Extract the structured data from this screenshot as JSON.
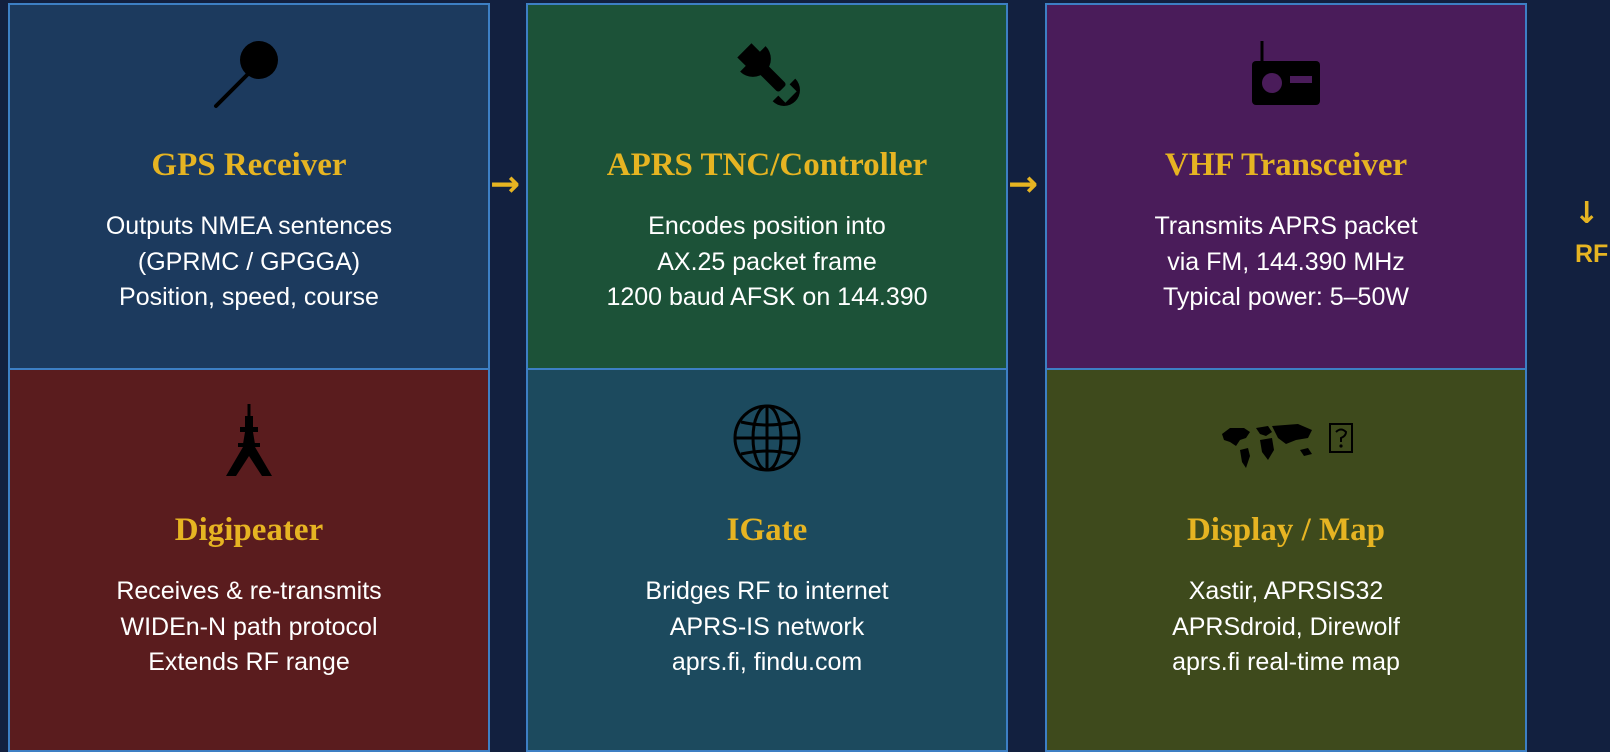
{
  "cards": [
    {
      "id": "gps",
      "title": "GPS Receiver",
      "icon": "pushpin-icon",
      "lines": [
        "Outputs NMEA sentences",
        "(GPRMC / GPGGA)",
        "Position, speed, course"
      ],
      "bg": "#1c3a5e"
    },
    {
      "id": "tnc",
      "title": "APRS TNC/Controller",
      "icon": "wrench-icon",
      "lines": [
        "Encodes position into",
        "AX.25 packet frame",
        "1200 baud AFSK on 144.390"
      ],
      "bg": "#1c5238"
    },
    {
      "id": "vhf",
      "title": "VHF Transceiver",
      "icon": "radio-icon",
      "lines": [
        "Transmits APRS packet",
        "via FM, 144.390 MHz",
        "Typical power: 5–50W"
      ],
      "bg": "#4a1c5a"
    },
    {
      "id": "digi",
      "title": "Digipeater",
      "icon": "tower-icon",
      "lines": [
        "Receives & re-transmits",
        "WIDEn-N path protocol",
        "Extends RF range"
      ],
      "bg": "#5a1c1e"
    },
    {
      "id": "igate",
      "title": "IGate",
      "icon": "globe-icon",
      "lines": [
        "Bridges RF to internet",
        "APRS-IS network",
        "aprs.fi, findu.com"
      ],
      "bg": "#1c4a5e"
    },
    {
      "id": "display",
      "title": "Display / Map",
      "icon": "world-map-icon",
      "lines": [
        "Xastir, APRSIS32",
        "APRSdroid, Direwolf",
        "aprs.fi real-time map"
      ],
      "bg": "#3e4a1c"
    }
  ],
  "arrows": {
    "right": "→",
    "down": "↓"
  },
  "rf_label": "RF",
  "colors": {
    "accent": "#e6b422",
    "border": "#3d7fc4",
    "page": "#12203f"
  }
}
